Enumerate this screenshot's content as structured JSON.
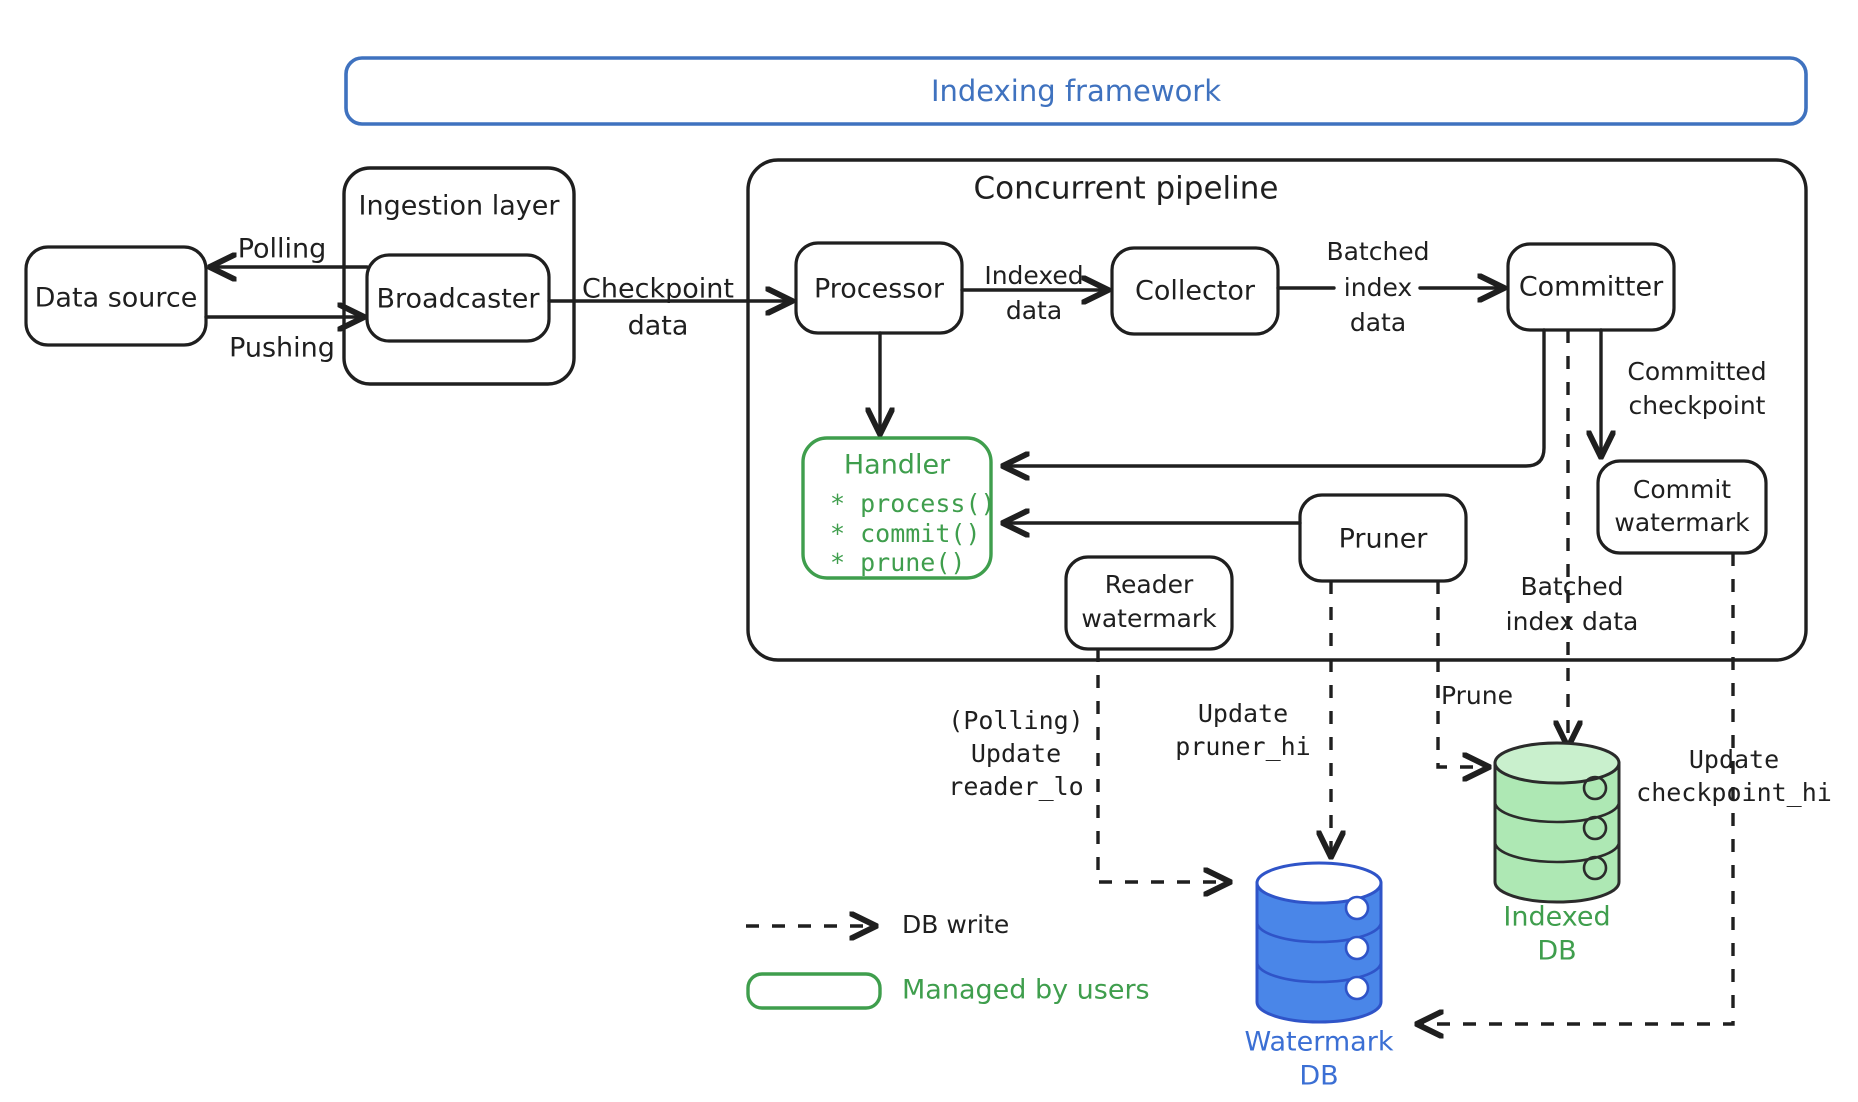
{
  "diagram": {
    "title": "Indexing framework",
    "groups": [
      {
        "id": "indexing-framework",
        "label": "Indexing framework",
        "color": "#3f72bf"
      },
      {
        "id": "ingestion-layer",
        "label": "Ingestion layer",
        "color": "#1f1f1f"
      },
      {
        "id": "concurrent-pipeline",
        "label": "Concurrent pipeline",
        "color": "#1f1f1f"
      }
    ],
    "nodes": [
      {
        "id": "data-source",
        "label": "Data source"
      },
      {
        "id": "broadcaster",
        "label": "Broadcaster"
      },
      {
        "id": "processor",
        "label": "Processor"
      },
      {
        "id": "collector",
        "label": "Collector"
      },
      {
        "id": "committer",
        "label": "Committer"
      },
      {
        "id": "commit-watermark",
        "label_line1": "Commit",
        "label_line2": "watermark"
      },
      {
        "id": "reader-watermark",
        "label_line1": "Reader",
        "label_line2": "watermark"
      },
      {
        "id": "pruner",
        "label": "Pruner"
      }
    ],
    "handler": {
      "title": "Handler",
      "methods": [
        "* process()",
        "* commit()",
        "* prune()"
      ],
      "color": "#3f9e4d"
    },
    "databases": [
      {
        "id": "indexed-db",
        "label_line1": "Indexed",
        "label_line2": "DB",
        "color": "#3f9e4d",
        "fill": "#aee8b4"
      },
      {
        "id": "watermark-db",
        "label_line1": "Watermark",
        "label_line2": "DB",
        "color": "#3b6fd4",
        "fill": "#4a86e8"
      }
    ],
    "edge_labels": [
      {
        "id": "polling",
        "text": "Polling"
      },
      {
        "id": "pushing",
        "text": "Pushing"
      },
      {
        "id": "checkpoint-data",
        "line1": "Checkpoint",
        "line2": "data"
      },
      {
        "id": "indexed-data",
        "line1": "Indexed",
        "line2": "data"
      },
      {
        "id": "batched-index-data-top",
        "line1": "Batched",
        "line2": "index",
        "line3": "data"
      },
      {
        "id": "committed-checkpoint",
        "line1": "Committed",
        "line2": "checkpoint"
      },
      {
        "id": "batched-index-data-bottom",
        "line1": "Batched",
        "line2": "index data"
      },
      {
        "id": "prune",
        "text": "Prune"
      }
    ],
    "db_write_labels": [
      {
        "id": "update-reader-lo",
        "line1": "(Polling)",
        "line2": "Update",
        "line3": "reader_lo"
      },
      {
        "id": "update-pruner-hi",
        "line1": "Update",
        "line2": "pruner_hi"
      },
      {
        "id": "update-checkpoint-hi",
        "line1": "Update",
        "line2": "checkpoint_hi"
      }
    ],
    "legend": [
      {
        "id": "db-write",
        "label": "DB write",
        "style": "dashed-arrow",
        "color": "#1f1f1f"
      },
      {
        "id": "managed-by-users",
        "label": "Managed by users",
        "style": "green-rounded-box",
        "color": "#3f9e4d"
      }
    ]
  }
}
